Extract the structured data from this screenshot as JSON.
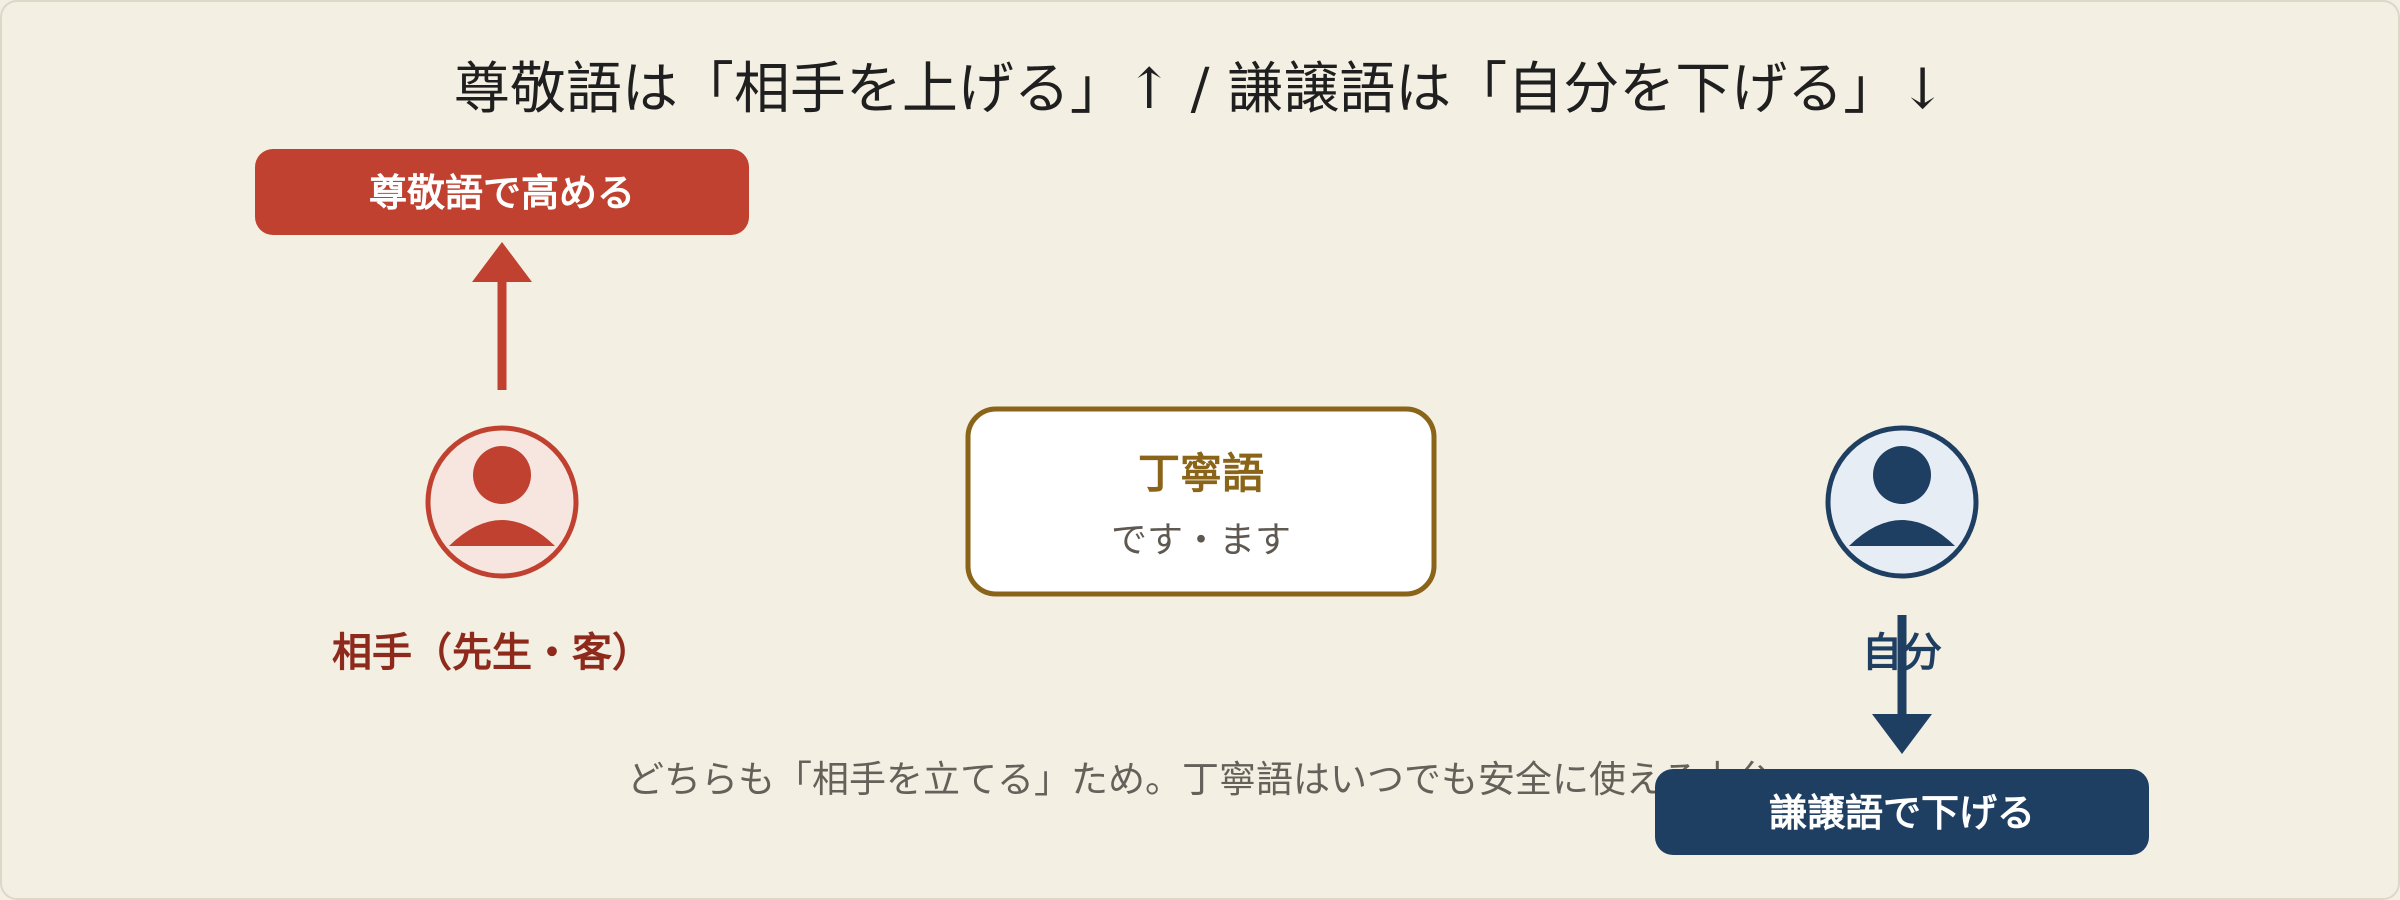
{
  "title": "尊敬語は「相手を上げる」↑ / 謙譲語は「自分を下げる」↓",
  "respect": {
    "label": "尊敬語で高める",
    "person_label": "相手（先生・客）",
    "person_icon": "person-icon",
    "arrow_icon": "arrow-up-icon",
    "color": "#c0412f",
    "text_color": "#8e2a1c",
    "icon_bg": "#f7e5e0"
  },
  "polite": {
    "title": "丁寧語",
    "subtitle": "です・ます",
    "color": "#8a6418",
    "subtitle_color": "#5e5850"
  },
  "humble": {
    "label": "謙譲語で下げる",
    "person_label": "自分",
    "person_icon": "person-icon",
    "arrow_icon": "arrow-down-icon",
    "color": "#1e3f62",
    "icon_bg": "#e7edf4"
  },
  "footer": "どちらも「相手を立てる」ため。丁寧語はいつでも安全に使える土台",
  "colors": {
    "background": "#f3efe3",
    "title": "#1f1f1f",
    "footer": "#66605a"
  }
}
